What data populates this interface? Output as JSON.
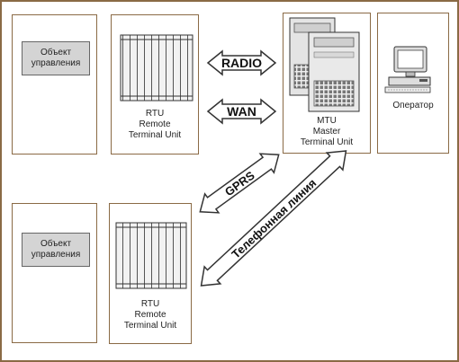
{
  "nodes": {
    "object1": {
      "line1": "Объект",
      "line2": "управления"
    },
    "object2": {
      "line1": "Объект",
      "line2": "управления"
    },
    "rtu1": {
      "line1": "RTU",
      "line2": "Remote",
      "line3": "Terminal Unit"
    },
    "rtu2": {
      "line1": "RTU",
      "line2": "Remote",
      "line3": "Terminal Unit"
    },
    "mtu": {
      "line1": "MTU",
      "line2": "Master",
      "line3": "Terminal Unit"
    },
    "operator": {
      "label": "Оператор"
    }
  },
  "links": {
    "radio": "RADIO",
    "wan": "WAN",
    "gprs": "GPRS",
    "phone": "Телефонная линия"
  },
  "colors": {
    "frame": "#8a6a45",
    "label_fill": "#d4d4d4",
    "arrow_fill": "#ffffff",
    "arrow_stroke": "#333333"
  }
}
